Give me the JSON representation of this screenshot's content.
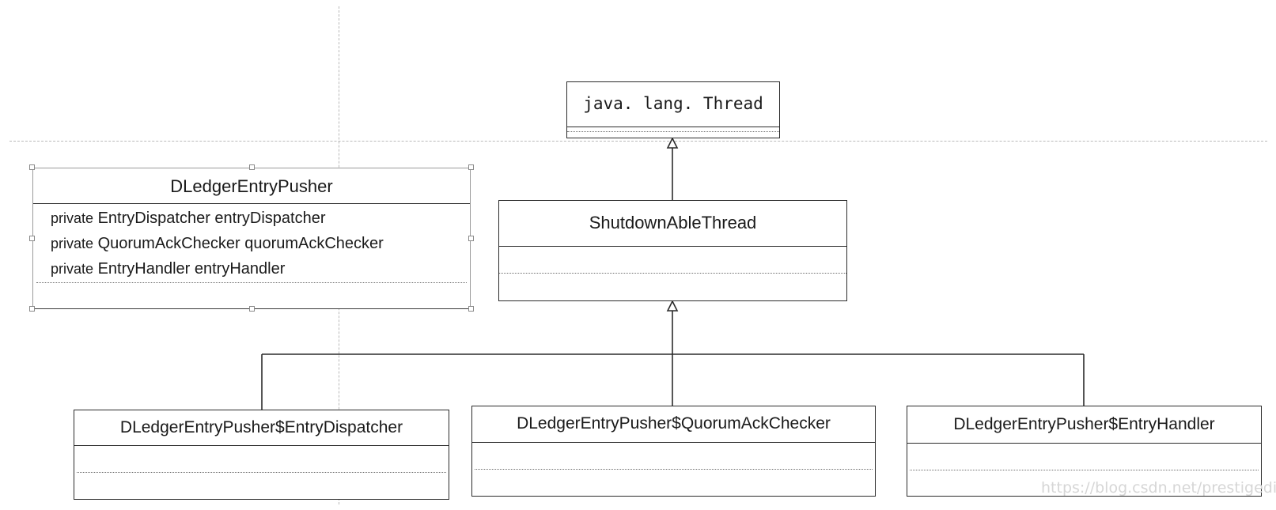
{
  "classes": {
    "thread": {
      "name": "java. lang. Thread"
    },
    "shutdown": {
      "name": "ShutdownAbleThread"
    },
    "pusher": {
      "name": "DLedgerEntryPusher",
      "attributes": [
        {
          "modifier": "private",
          "declaration": "EntryDispatcher entryDispatcher"
        },
        {
          "modifier": "private",
          "declaration": "QuorumAckChecker quorumAckChecker"
        },
        {
          "modifier": "private",
          "declaration": "EntryHandler entryHandler"
        }
      ]
    },
    "dispatcher": {
      "name": "DLedgerEntryPusher$EntryDispatcher"
    },
    "checker": {
      "name": "DLedgerEntryPusher$QuorumAckChecker"
    },
    "handler": {
      "name": "DLedgerEntryPusher$EntryHandler"
    }
  },
  "watermark": "https://blog.csdn.net/prestigeding"
}
